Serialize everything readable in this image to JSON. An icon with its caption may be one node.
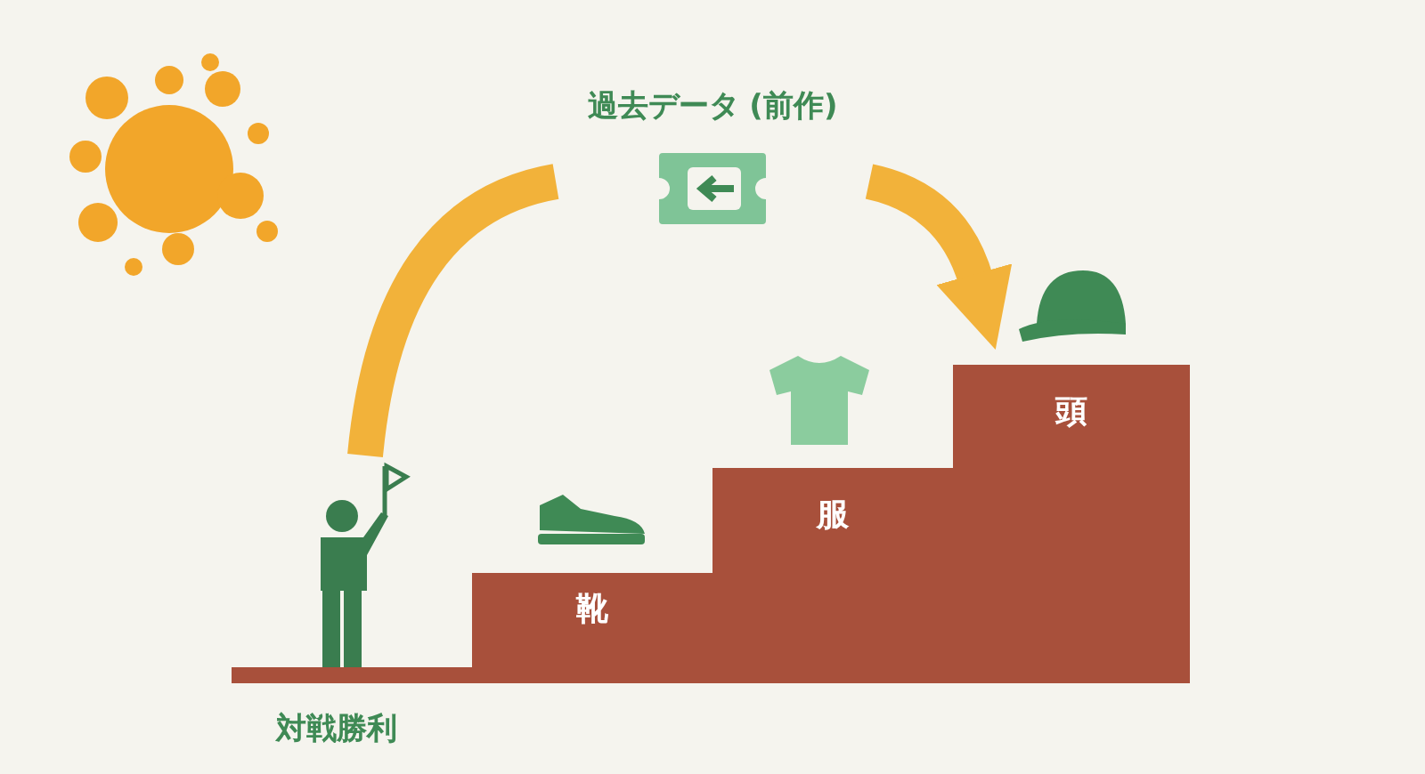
{
  "diagram": {
    "nodes": [
      {
        "text": [],
        "shape": "person",
        "beside": [
          "対戦勝利"
        ]
      },
      {
        "text": [
          "過去データ (前作)"
        ]
      },
      {
        "text": [
          "靴"
        ]
      },
      {
        "text": [
          "服"
        ]
      },
      {
        "text": [
          "頭"
        ]
      }
    ],
    "edges": [
      {
        "from": 0,
        "to": 1,
        "arrow": "none"
      },
      {
        "from": 1,
        "to": 4,
        "arrow": "to"
      }
    ]
  }
}
